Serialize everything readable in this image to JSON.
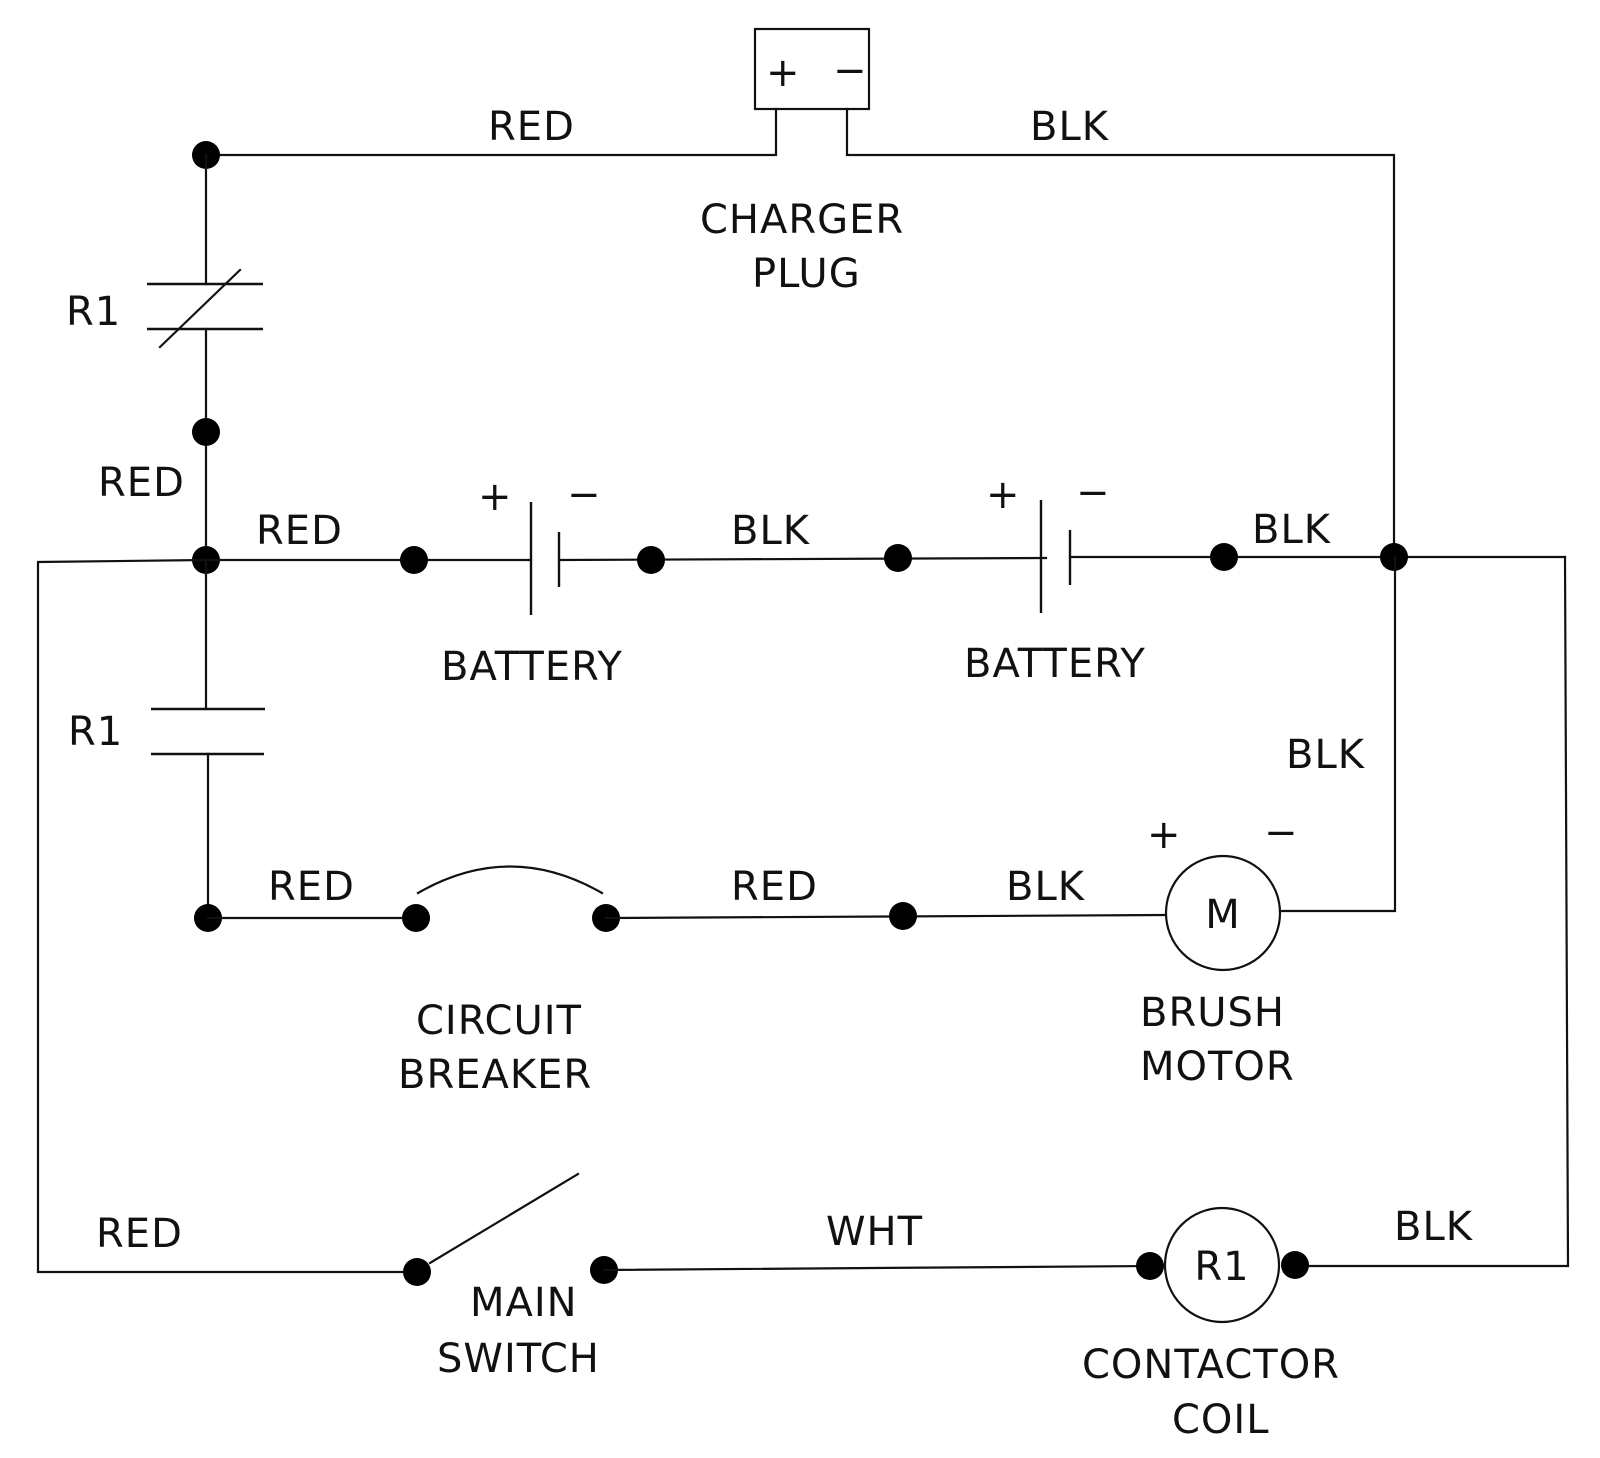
{
  "diagram": {
    "title": "Brush motor / charger wiring schematic",
    "components": {
      "charger_plug": {
        "label_line1": "CHARGER",
        "label_line2": "PLUG",
        "plus": "+",
        "minus": "−"
      },
      "r1_contact_nc": {
        "label": "R1",
        "type": "normally-closed contact"
      },
      "r1_contact_no": {
        "label": "R1",
        "type": "normally-open contact"
      },
      "battery_1": {
        "label": "BATTERY",
        "plus": "+",
        "minus": "−"
      },
      "battery_2": {
        "label": "BATTERY",
        "plus": "+",
        "minus": "−"
      },
      "circuit_breaker": {
        "label_line1": "CIRCUIT",
        "label_line2": "BREAKER"
      },
      "brush_motor": {
        "symbol": "M",
        "label_line1": "BRUSH",
        "label_line2": "MOTOR",
        "plus": "+",
        "minus": "−"
      },
      "main_switch": {
        "label_line1": "MAIN",
        "label_line2": "SWITCH"
      },
      "contactor_coil": {
        "symbol": "R1",
        "label_line1": "CONTACTOR",
        "label_line2": "COIL"
      }
    },
    "wires": {
      "charger_pos": "RED",
      "charger_neg": "BLK",
      "left_vertical": "RED",
      "to_battery1": "RED",
      "between_batteries": "BLK",
      "battery2_out": "BLK",
      "right_vertical": "BLK",
      "to_breaker": "RED",
      "breaker_out": "RED",
      "to_motor": "BLK",
      "switch_in": "RED",
      "switch_to_coil": "WHT",
      "coil_out": "BLK"
    }
  }
}
